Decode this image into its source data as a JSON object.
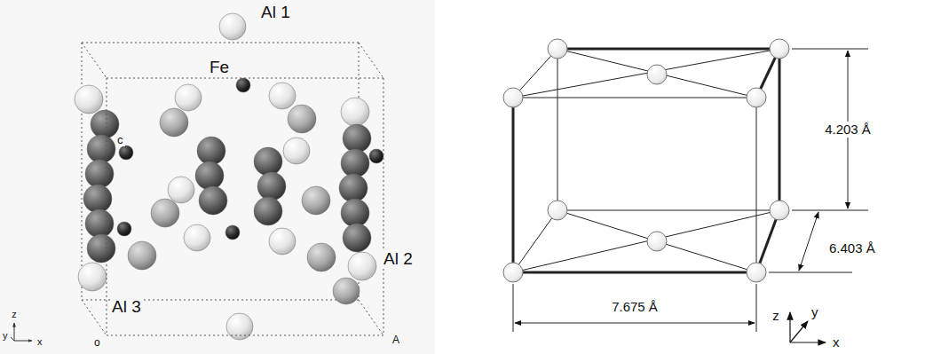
{
  "diagram": {
    "labels": [
      "Al 1",
      "Fe",
      "c",
      "Al 2",
      "Al 3",
      "o",
      "A",
      "z",
      "y",
      "x",
      "4.203 Å",
      "6.403 Å",
      "7.675 Å",
      "z",
      "y",
      "x"
    ]
  }
}
